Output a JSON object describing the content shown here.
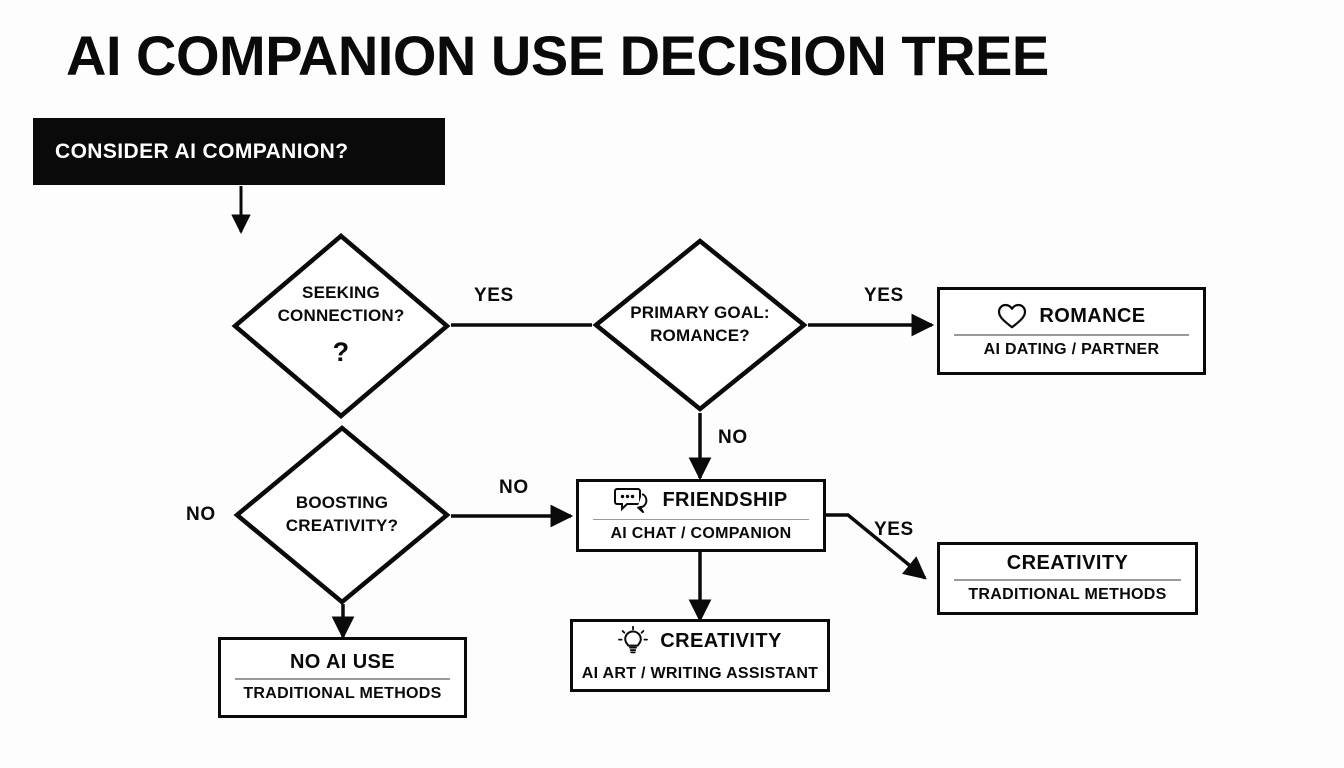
{
  "page": {
    "title": "AI COMPANION USE DECISION TREE",
    "background_color": "#fdfdfd",
    "ink_color": "#0a0a0a"
  },
  "root": {
    "label": "CONSIDER AI COMPANION?",
    "fill": "#0a0a0a",
    "text_color": "#ffffff"
  },
  "decisions": [
    {
      "id": "seeking-connection",
      "line1": "SEEKING",
      "line2": "CONNECTION?",
      "marker": "?"
    },
    {
      "id": "primary-goal-romance",
      "line1": "PRIMARY GOAL:",
      "line2": "ROMANCE?",
      "marker": ""
    },
    {
      "id": "boosting-creativity",
      "line1": "BOOSTING",
      "line2": "CREATIVITY?",
      "marker": ""
    }
  ],
  "outcomes": [
    {
      "id": "romance",
      "icon": "heart-icon",
      "title": "ROMANCE",
      "subtitle": "AI DATING / PARTNER"
    },
    {
      "id": "friendship",
      "icon": "speech-bubbles-icon",
      "title": "FRIENDSHIP",
      "subtitle": "AI CHAT / COMPANION"
    },
    {
      "id": "creativity-ai",
      "icon": "lightbulb-icon",
      "title": "CREATIVITY",
      "subtitle": "AI ART / WRITING ASSISTANT"
    },
    {
      "id": "creativity-traditional",
      "icon": "",
      "title": "CREATIVITY",
      "subtitle": "TRADITIONAL METHODS"
    },
    {
      "id": "no-ai-use",
      "icon": "",
      "title": "NO AI USE",
      "subtitle": "TRADITIONAL METHODS"
    }
  ],
  "edge_labels": [
    {
      "id": "seeking-yes",
      "text": "YES"
    },
    {
      "id": "romance-yes",
      "text": "YES"
    },
    {
      "id": "romance-no",
      "text": "NO"
    },
    {
      "id": "boosting-no-left",
      "text": "NO"
    },
    {
      "id": "boosting-no-right",
      "text": "NO"
    },
    {
      "id": "friendship-yes",
      "text": "YES"
    }
  ]
}
